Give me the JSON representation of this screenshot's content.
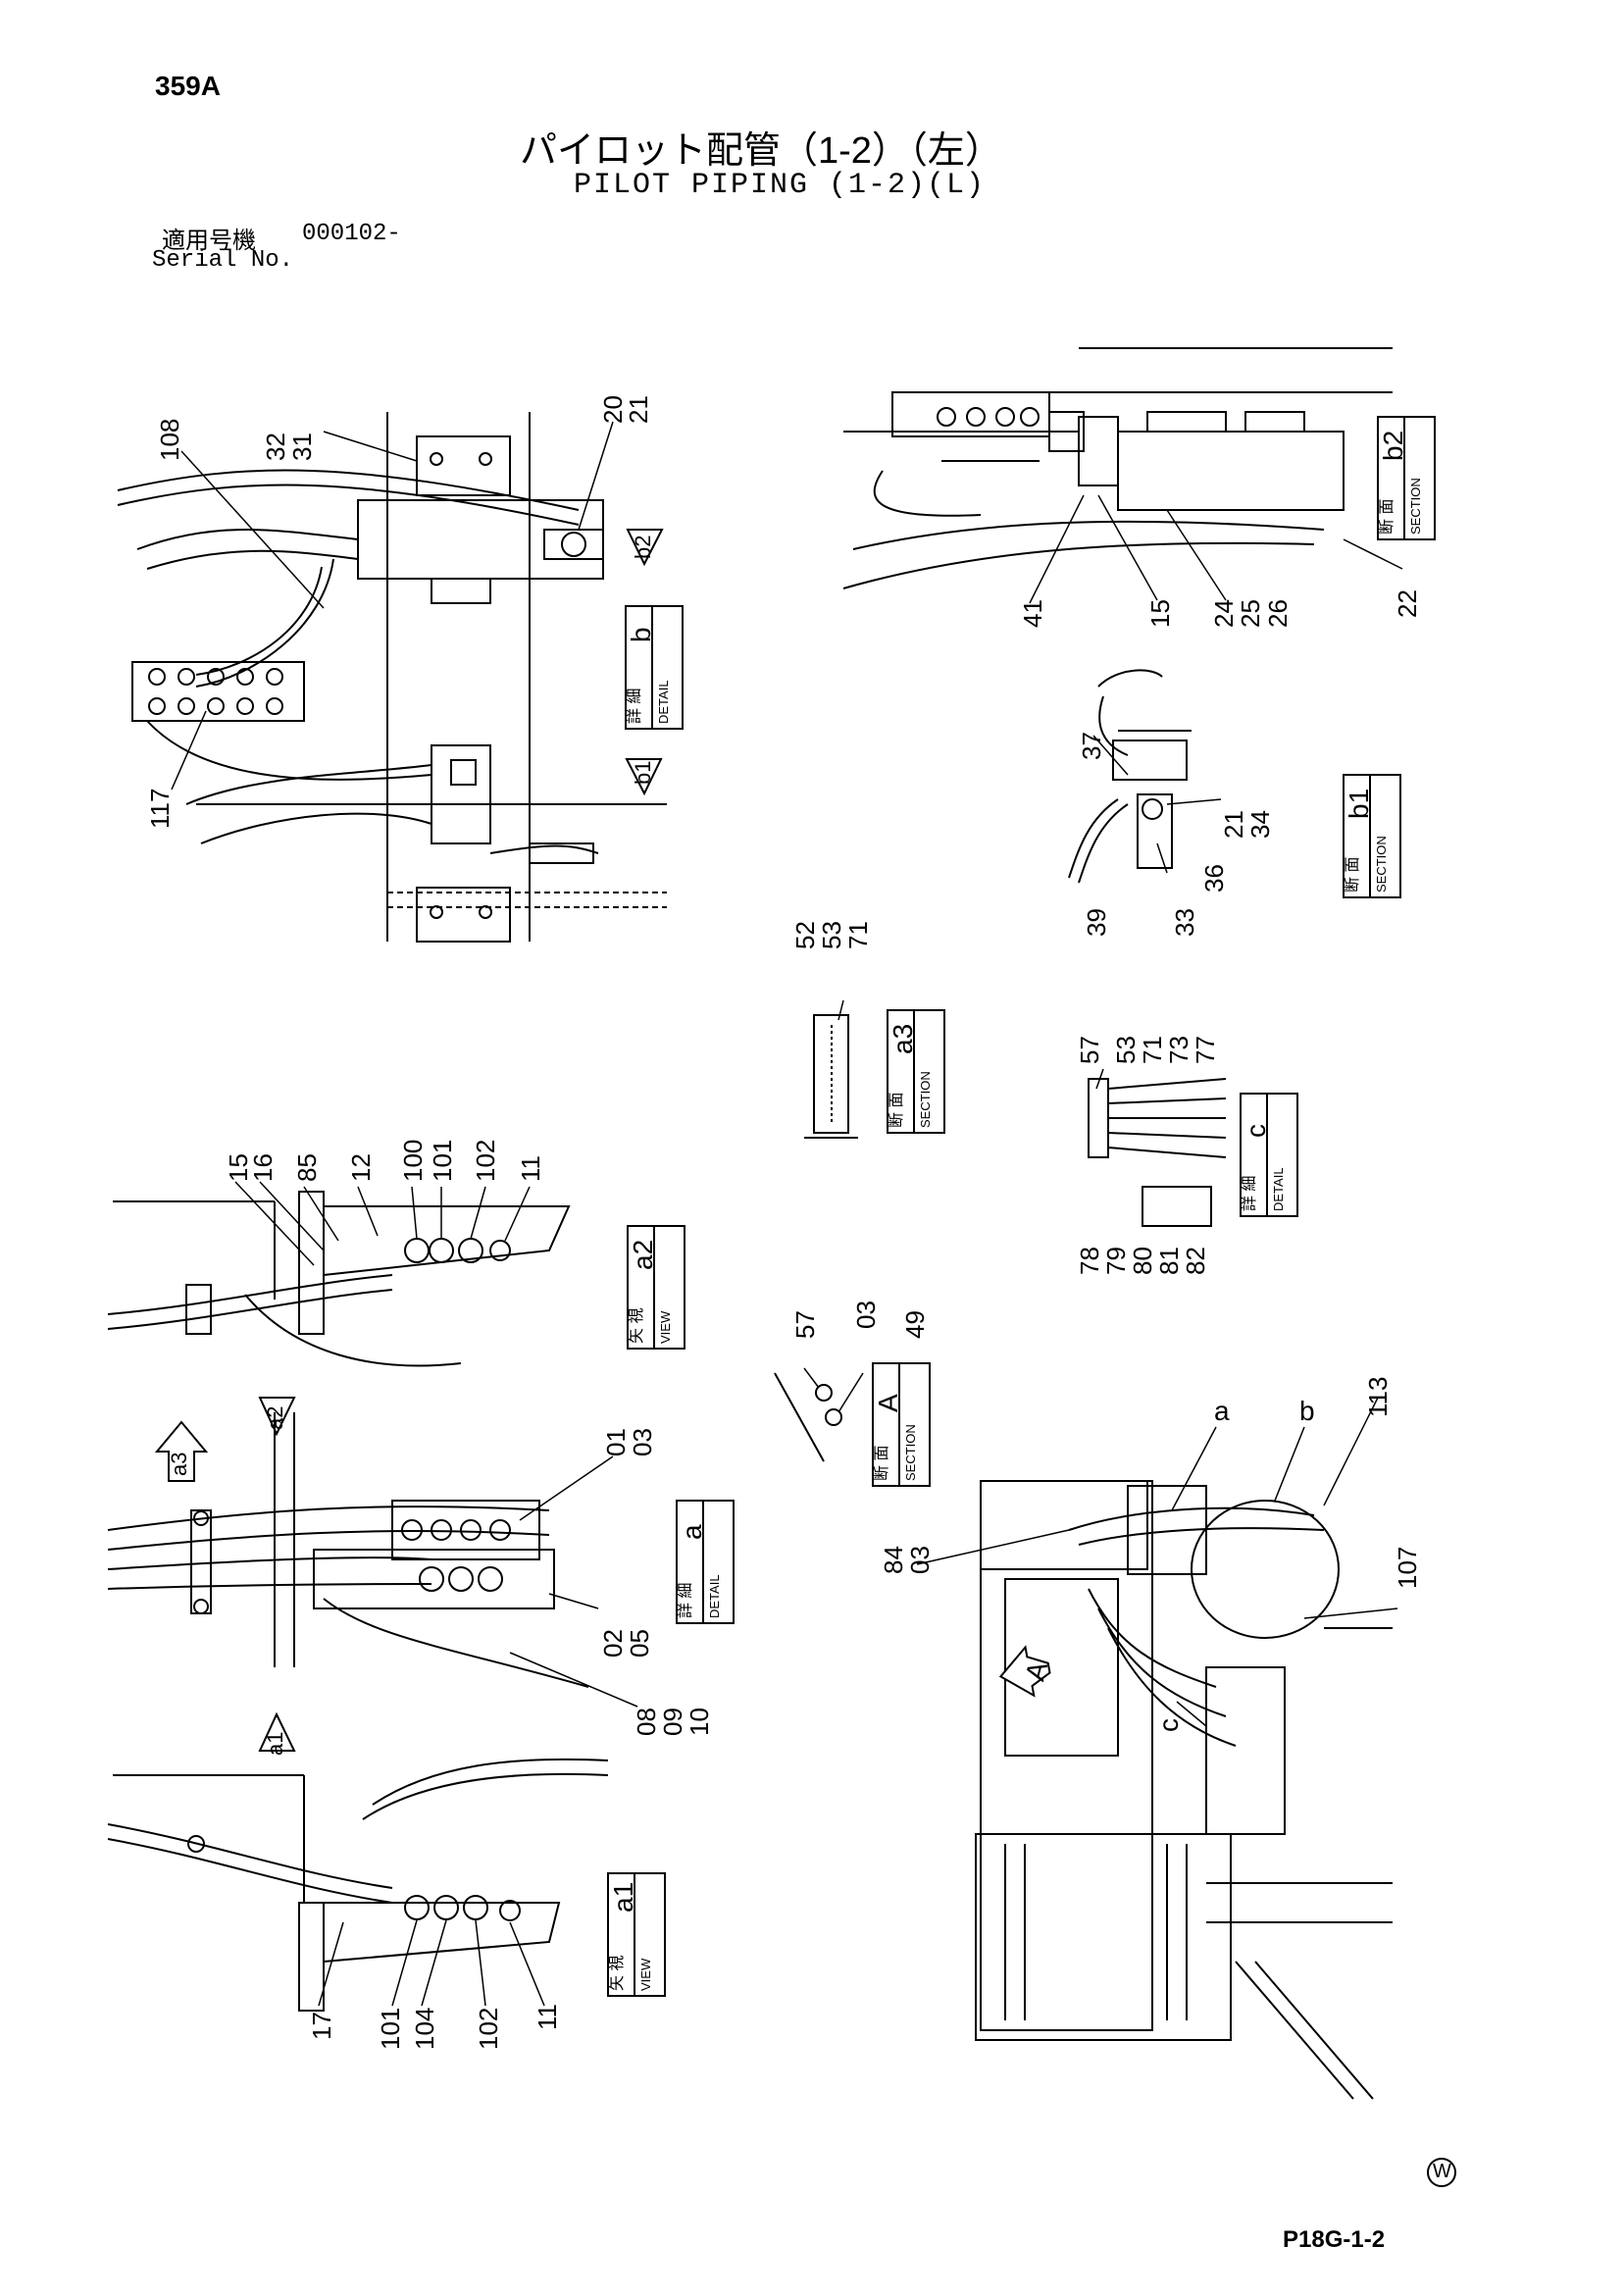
{
  "header": {
    "page_number": "359A",
    "title_jp": "パイロット配管（1-2）（左）",
    "title_en": "PILOT PIPING (1-2)(L)",
    "serial_label_jp": "適用号機",
    "serial_value": "000102-",
    "serial_label_en": "Serial No."
  },
  "callouts": {
    "detail_b_top": [
      "108",
      "32",
      "31",
      "20",
      "21"
    ],
    "detail_b_left": "117",
    "section_b2": [
      "41",
      "15",
      "24",
      "25",
      "26",
      "22"
    ],
    "section_b1": [
      "37",
      "21",
      "34",
      "36",
      "39",
      "33"
    ],
    "section_a3": [
      "52",
      "53",
      "71"
    ],
    "detail_c": [
      "57",
      "53",
      "71",
      "73",
      "77",
      "78",
      "79",
      "80",
      "81",
      "82"
    ],
    "view_a2": [
      "15",
      "16",
      "85",
      "12",
      "100",
      "101",
      "102",
      "11"
    ],
    "section_A": [
      "57",
      "03",
      "49"
    ],
    "detail_a": [
      "01",
      "03",
      "02",
      "05",
      "08",
      "09",
      "10"
    ],
    "main_view": [
      "84",
      "03",
      "107",
      "113"
    ],
    "main_letters": [
      "a",
      "b",
      "c",
      "A"
    ],
    "view_a1": [
      "17",
      "101",
      "104",
      "102",
      "11"
    ]
  },
  "view_labels": {
    "detail_b": {
      "jp": "詳 細",
      "en": "DETAIL",
      "letter": "b"
    },
    "section_b2": {
      "jp": "断 面",
      "en": "SECTION",
      "letter": "b2"
    },
    "section_b1": {
      "jp": "断 面",
      "en": "SECTION",
      "letter": "b1"
    },
    "section_a3": {
      "jp": "断 面",
      "en": "SECTION",
      "letter": "a3"
    },
    "detail_c": {
      "jp": "詳 細",
      "en": "DETAIL",
      "letter": "c"
    },
    "view_a2": {
      "jp": "矢 視",
      "en": "VIEW",
      "letter": "a2"
    },
    "section_A": {
      "jp": "断 面",
      "en": "SECTION",
      "letter": "A"
    },
    "detail_a": {
      "jp": "詳 細",
      "en": "DETAIL",
      "letter": "a"
    },
    "view_a1": {
      "jp": "矢 視",
      "en": "VIEW",
      "letter": "a1"
    }
  },
  "arrows": {
    "b2": "b2",
    "b1": "b1",
    "a2": "a2",
    "a3": "a3",
    "a1": "a1"
  },
  "footer": {
    "mark": "W",
    "drawing_code": "P18G-1-2"
  }
}
